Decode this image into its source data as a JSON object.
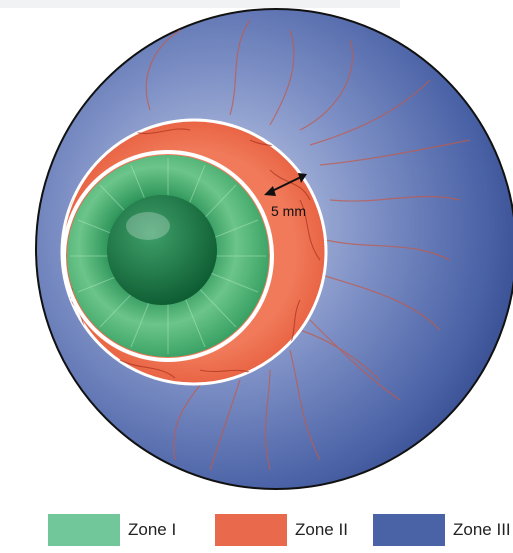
{
  "measurement": {
    "label": "5 mm"
  },
  "zones": [
    {
      "label": "Zone I",
      "color": "#72c79a"
    },
    {
      "label": "Zone II",
      "color": "#e8694b"
    },
    {
      "label": "Zone III",
      "color": "#4a62a6"
    }
  ],
  "icons": {
    "measure_arrow": "double-headed-arrow"
  }
}
